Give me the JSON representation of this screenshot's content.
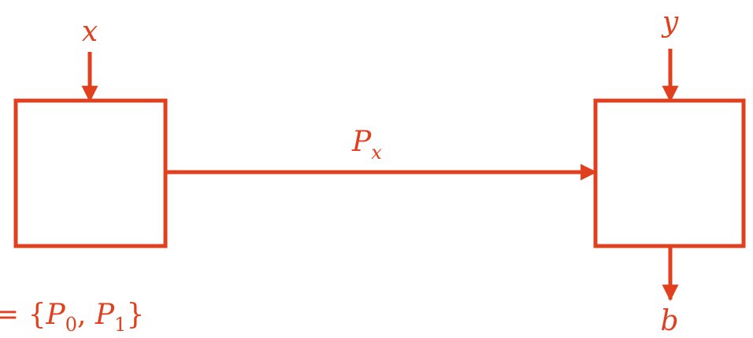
{
  "colors": {
    "accent": "#e0401e",
    "background": "#ffffff"
  },
  "diagram": {
    "left_input_label": "x",
    "right_input_label": "y",
    "channel_label_main": "P",
    "channel_label_sub": "x",
    "output_label": "b",
    "set_text_prefix": "= {",
    "set_p0_main": "P",
    "set_p0_sub": "0",
    "set_sep": ", ",
    "set_p1_main": "P",
    "set_p1_sub": "1",
    "set_text_suffix": "}"
  }
}
